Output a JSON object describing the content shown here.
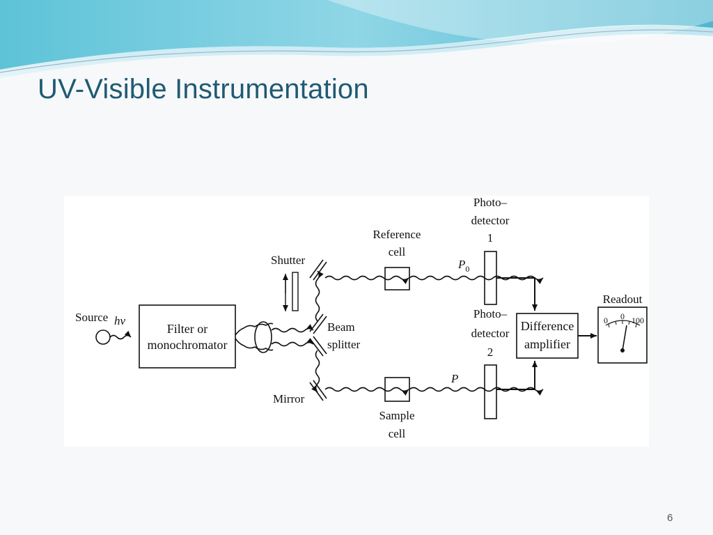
{
  "slide": {
    "title": "UV-Visible Instrumentation",
    "page_number": "6"
  },
  "diagram": {
    "source": {
      "label": "Source",
      "symbol": "hν"
    },
    "filter": {
      "line1": "Filter or",
      "line2": "monochromator"
    },
    "shutter": "Shutter",
    "beam_splitter": {
      "line1": "Beam",
      "line2": "splitter"
    },
    "mirror": "Mirror",
    "reference_cell": {
      "line1": "Reference",
      "line2": "cell"
    },
    "sample_cell": {
      "line1": "Sample",
      "line2": "cell"
    },
    "photodetector1": {
      "line1": "Photo–",
      "line2": "detector",
      "line3": "1"
    },
    "photodetector2": {
      "line1": "Photo–",
      "line2": "detector",
      "line3": "2"
    },
    "p0_label": "P",
    "p0_subscript": "0",
    "p_label": "P",
    "difference_amplifier": {
      "line1": "Difference",
      "line2": "amplifier"
    },
    "readout": {
      "label": "Readout",
      "scale_min": "0",
      "scale_mid": "0",
      "scale_max": "100"
    }
  }
}
